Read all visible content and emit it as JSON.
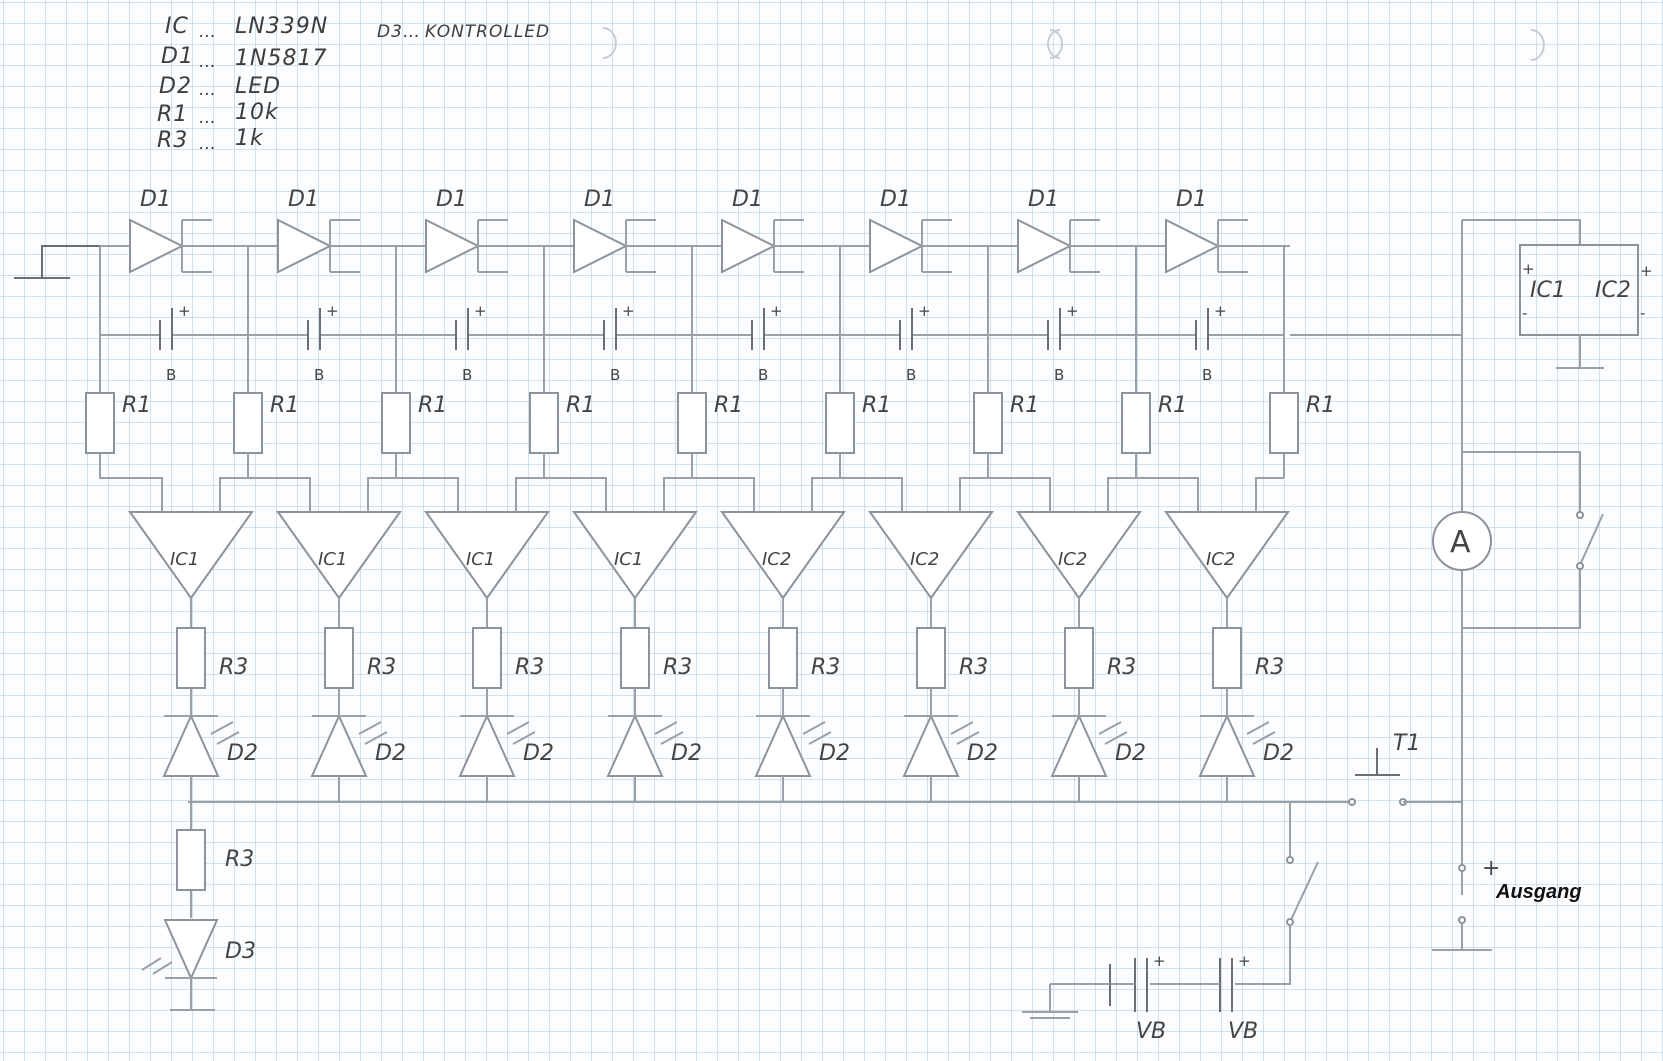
{
  "legend": [
    {
      "sym": "IC",
      "value": "LN339N"
    },
    {
      "sym": "D1",
      "value": "1N5817"
    },
    {
      "sym": "D2",
      "value": "LED"
    },
    {
      "sym": "R1",
      "value": "10k"
    },
    {
      "sym": "R3",
      "value": "1k"
    }
  ],
  "legend_extra": {
    "sym": "D3",
    "value": "KONTROLLED"
  },
  "labels": {
    "diode_top": "D1",
    "cap": "B",
    "cap_plus": "+",
    "resistor_top": "R1",
    "resistor_led": "R3",
    "led": "D2",
    "control_led": "D3",
    "control_resistor": "R3",
    "switch_t": "T1",
    "battery": "VB",
    "ammeter": "A",
    "ic1": "IC1",
    "ic2": "IC2",
    "plus": "+",
    "minus": "-",
    "output": "Ausgang",
    "output_plus": "+"
  },
  "stages": [
    {
      "ic": "IC1"
    },
    {
      "ic": "IC1"
    },
    {
      "ic": "IC1"
    },
    {
      "ic": "IC1"
    },
    {
      "ic": "IC2"
    },
    {
      "ic": "IC2"
    },
    {
      "ic": "IC2"
    },
    {
      "ic": "IC2"
    }
  ],
  "colors": {
    "grid": "#96b9d7",
    "ink": "#444444",
    "wire": "#9aa0a8"
  }
}
